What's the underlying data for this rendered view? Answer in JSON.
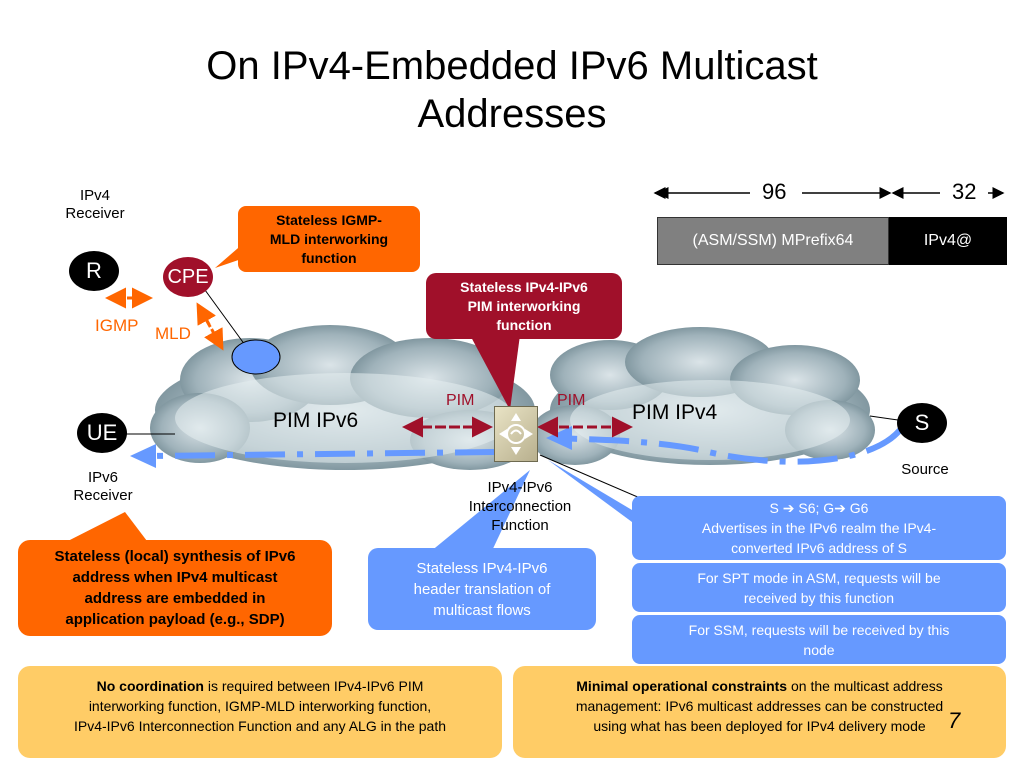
{
  "slide": {
    "title_line1": "On IPv4-Embedded IPv6 Multicast",
    "title_line2": "Addresses",
    "page_number": "7"
  },
  "nodes": {
    "r": "R",
    "cpe": "CPE",
    "ue": "UE",
    "s": "S"
  },
  "labels": {
    "ipv4_receiver_1": "IPv4",
    "ipv4_receiver_2": "Receiver",
    "ipv6_receiver_1": "IPv6",
    "ipv6_receiver_2": "Receiver",
    "source": "Source",
    "igmp": "IGMP",
    "mld": "MLD",
    "pim_left": "PIM",
    "pim_right": "PIM",
    "cloud_ipv6": "PIM IPv6",
    "cloud_ipv4": "PIM IPv4",
    "icf_1": "IPv4-IPv6",
    "icf_2": "Interconnection",
    "icf_3": "Function"
  },
  "address_format": {
    "bits_prefix": "96",
    "bits_ipv4": "32",
    "prefix_label": "(ASM/SSM) MPrefix64",
    "ipv4_label": "IPv4@"
  },
  "callouts": {
    "igmp_mld_1": "Stateless IGMP-",
    "igmp_mld_2": "MLD interworking",
    "igmp_mld_3": "function",
    "pim_iw_1": "Stateless IPv4-IPv6",
    "pim_iw_2": "PIM interworking",
    "pim_iw_3": "function",
    "synthesis_1": "Stateless (local) synthesis of IPv6",
    "synthesis_2": "address when IPv4 multicast",
    "synthesis_3": "address are embedded in",
    "synthesis_4": "application payload (e.g., SDP)",
    "header_1": "Stateless IPv4-IPv6",
    "header_2": "header translation of",
    "header_3": "multicast flows"
  },
  "info_boxes": {
    "box1_line1": "S ➔ S6; G➔ G6",
    "box1_line2": "Advertises in the IPv6 realm the IPv4-",
    "box1_line3": "converted IPv6 address of S",
    "box2_line1": "For SPT mode in ASM, requests will be",
    "box2_line2": "received by this function",
    "box3_line1": "For SSM, requests will be received by this",
    "box3_line2": "node"
  },
  "notes": {
    "left_bold": "No coordination",
    "left_rest1": " is required between IPv4-IPv6 PIM",
    "left_line2": "interworking function, IGMP-MLD interworking function,",
    "left_line3": "IPv4-IPv6 Interconnection Function and any ALG in the path",
    "right_bold": "Minimal operational constraints",
    "right_rest1": " on the multicast address",
    "right_line2": "management: IPv6 multicast addresses can be constructed",
    "right_line3": "using what has been deployed for IPv4 delivery mode"
  },
  "colors": {
    "orange": "#ff6600",
    "dark_red": "#a0102a",
    "blue_box": "#6699ff",
    "yellow": "#ffcc66",
    "gray_bar": "#808080",
    "cloud": "#5f7c86"
  }
}
